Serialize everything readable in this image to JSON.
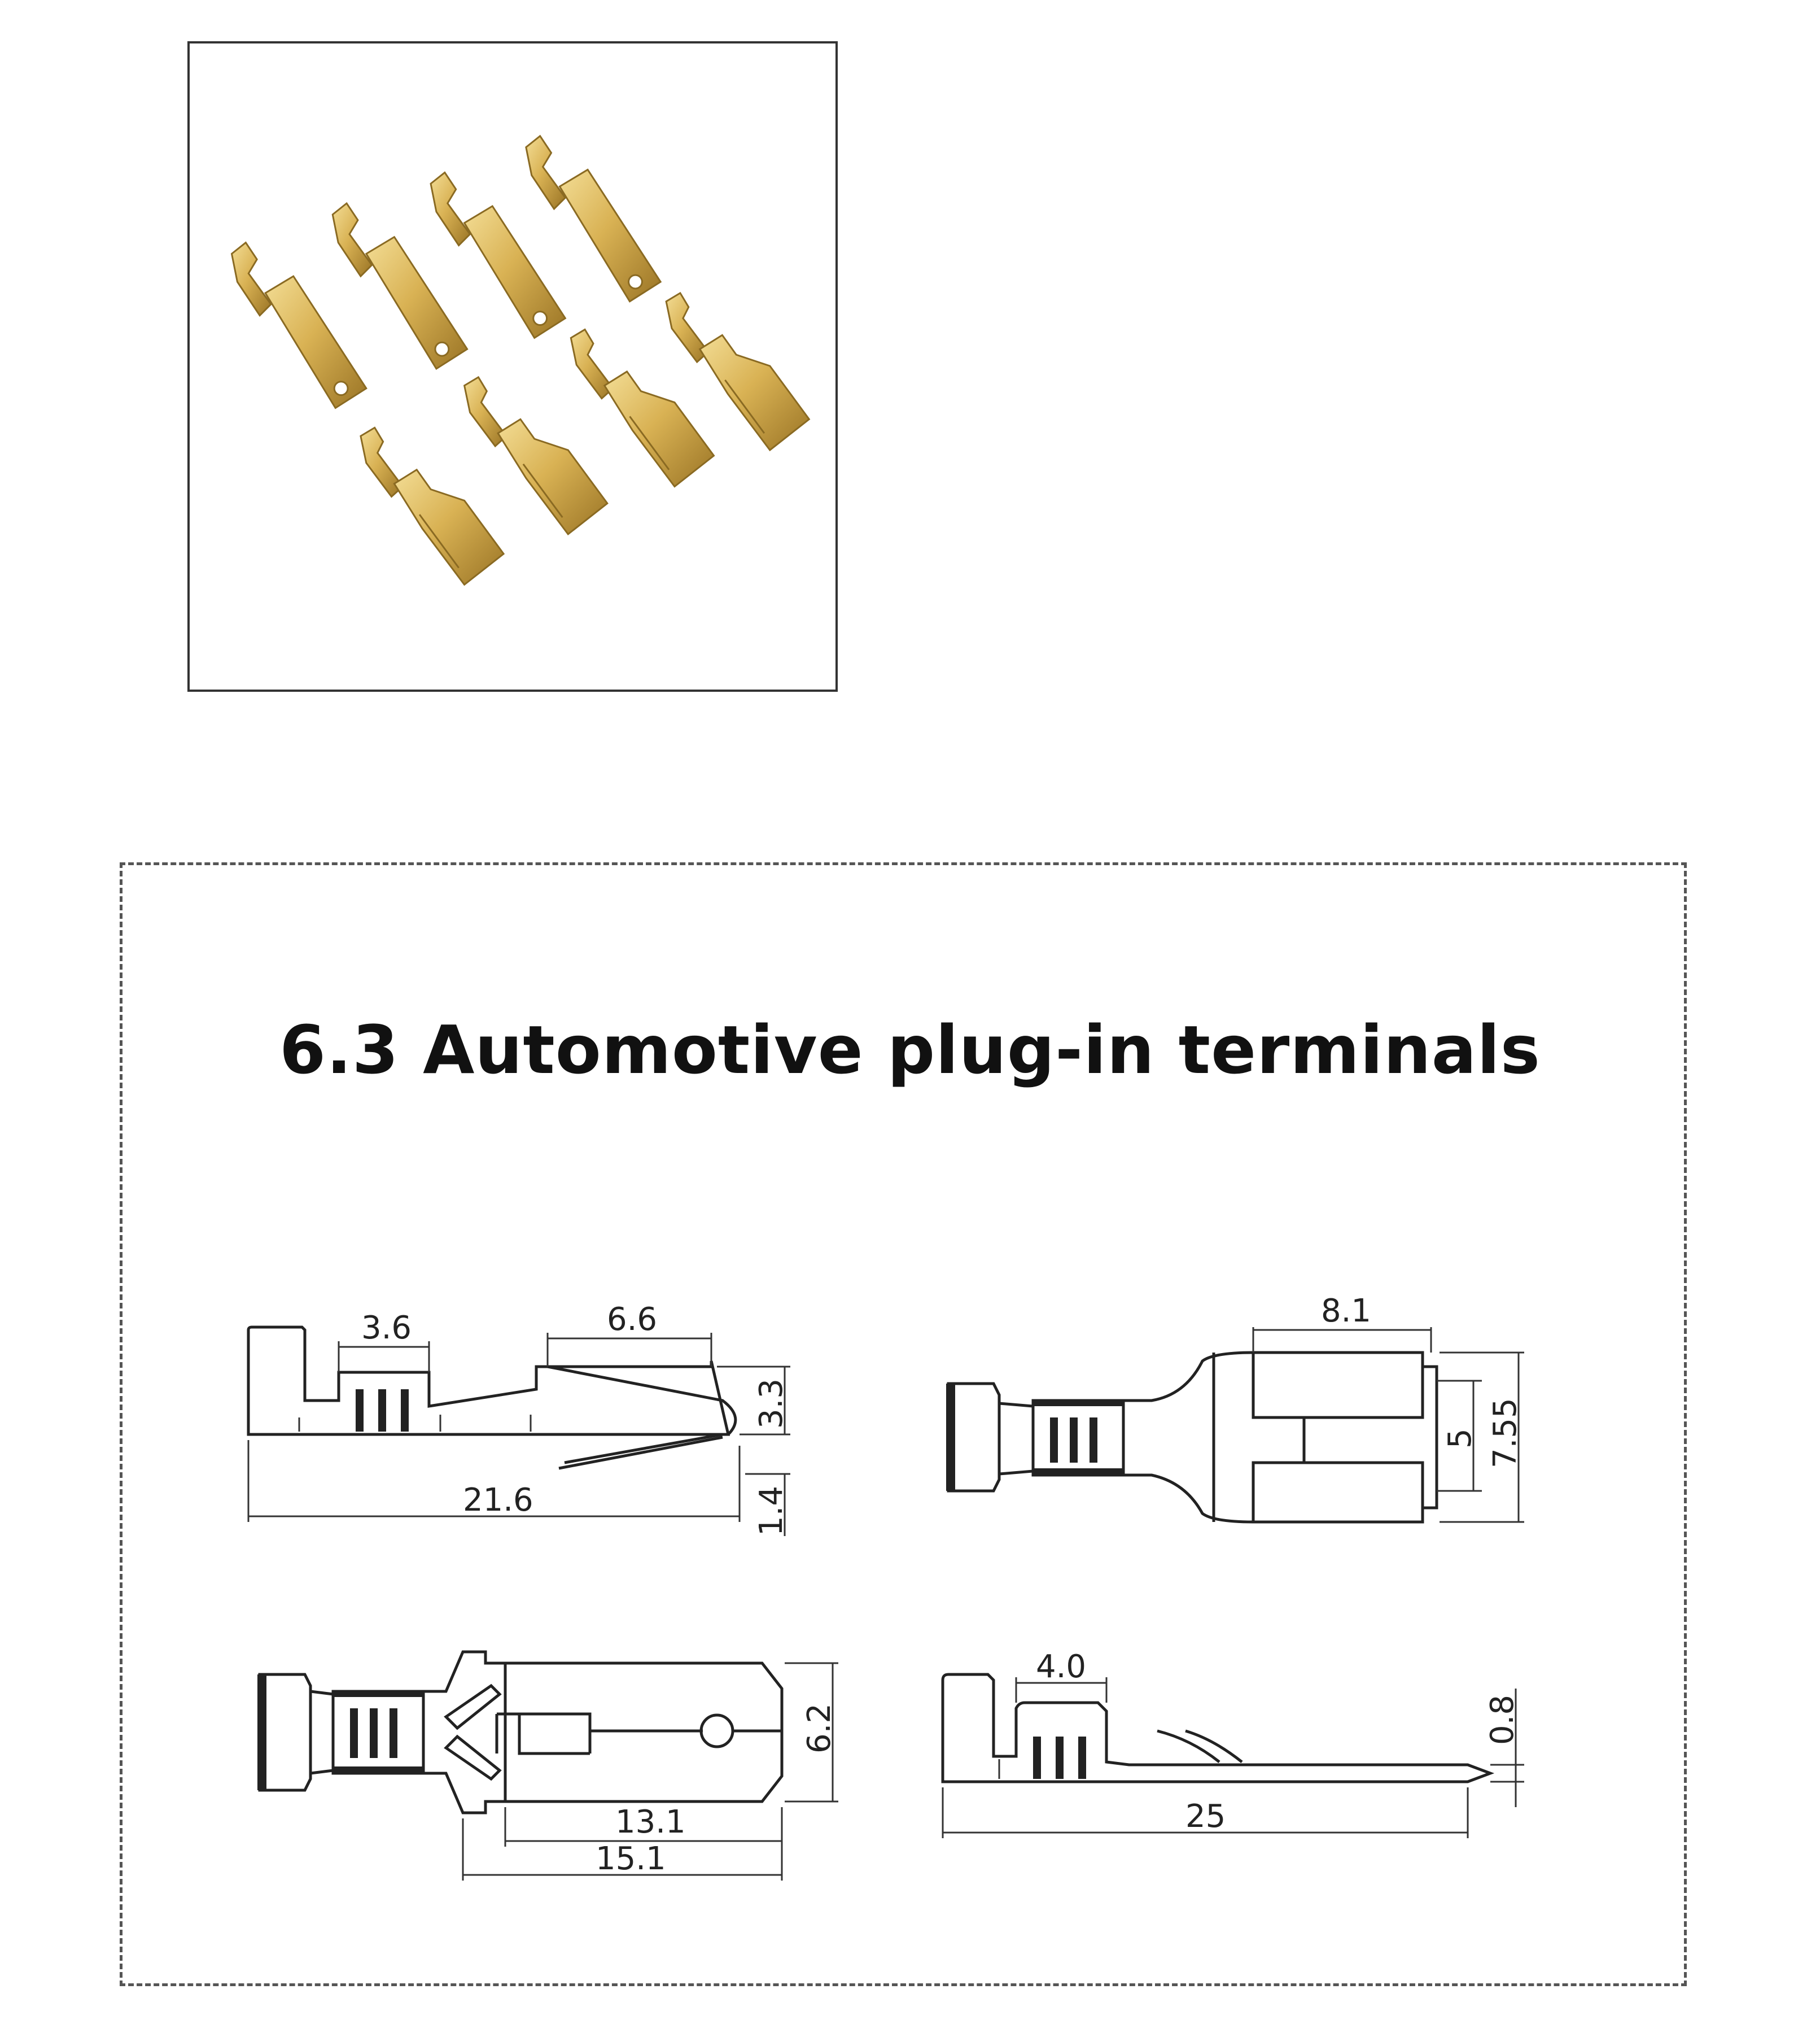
{
  "title": "6.3 Automotive plug-in terminals",
  "dimensions": {
    "side_female": {
      "a": "3.6",
      "b": "6.6",
      "c": "3.3",
      "d": "21.6",
      "e": "1.4"
    },
    "top_female": {
      "a": "8.1",
      "b": "5",
      "c": "7.55"
    },
    "top_male": {
      "a": "6.2",
      "b": "13.1",
      "c": "15.1"
    },
    "side_male": {
      "a": "4.0",
      "b": "0.8",
      "c": "25"
    }
  },
  "colors": {
    "brass": "#d9b254",
    "brass_dark": "#9a7425",
    "line": "#222222"
  }
}
